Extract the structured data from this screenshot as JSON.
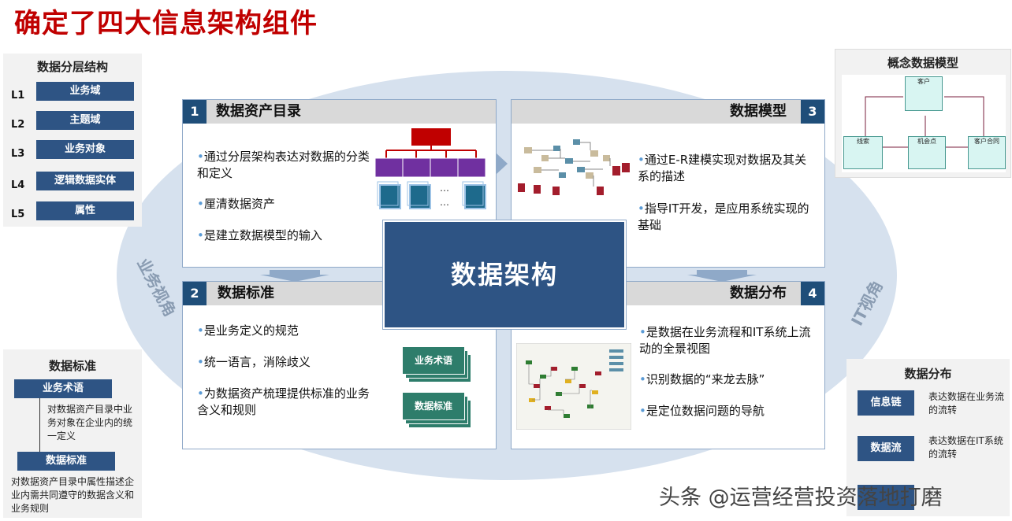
{
  "title": "确定了四大信息架构组件",
  "side_left": "业务视角",
  "side_right": "IT视角",
  "center": "数据架构",
  "layers": {
    "title": "数据分层结构",
    "items": [
      {
        "level": "L1",
        "label": "业务域"
      },
      {
        "level": "L2",
        "label": "主题域"
      },
      {
        "level": "L3",
        "label": "业务对象"
      },
      {
        "level": "L4",
        "label": "逻辑数据实体"
      },
      {
        "level": "L5",
        "label": "属性"
      }
    ]
  },
  "concept_model": {
    "title": "概念数据模型",
    "entities": [
      "客户",
      "线索",
      "机会点",
      "客户合同"
    ]
  },
  "standard_box": {
    "title": "数据标准",
    "term_label": "业务术语",
    "term_desc": "对数据资产目录中业务对象在企业内的统一定义",
    "std_label": "数据标准",
    "std_desc": "对数据资产目录中属性描述企业内需共同遵守的数据含义和业务规则"
  },
  "distribution_box": {
    "title": "数据分布",
    "items": [
      {
        "label": "信息链",
        "desc": "表达数据在业务流的流转"
      },
      {
        "label": "数据流",
        "desc": "表达数据在IT系统的流转"
      }
    ]
  },
  "panels": [
    {
      "num": "1",
      "title": "数据资产目录",
      "bullets": [
        "通过分层架构表达对数据的分类和定义",
        "厘清数据资产",
        "是建立数据模型的输入"
      ]
    },
    {
      "num": "2",
      "title": "数据标准",
      "bullets": [
        "是业务定义的规范",
        "统一语言，消除歧义",
        "为数据资产梳理提供标准的业务含义和规则"
      ],
      "cards": [
        "业务术语",
        "数据标准"
      ]
    },
    {
      "num": "3",
      "title": "数据模型",
      "bullets": [
        "通过E-R建模实现对数据及其关系的描述",
        "指导IT开发，是应用系统实现的基础"
      ]
    },
    {
      "num": "4",
      "title": "数据分布",
      "bullets": [
        "是数据在业务流程和IT系统上流动的全景视图",
        "识别数据的“来龙去脉”",
        "是定位数据问题的导航"
      ]
    }
  ],
  "watermark": "头条 @运营经营投资落地打磨",
  "colors": {
    "title": "#c00000",
    "navy": "#2e5484",
    "ellipse": "#d6e1ee",
    "purple": "#7030a0",
    "teal": "#1e6a8c",
    "red": "#c00000"
  }
}
